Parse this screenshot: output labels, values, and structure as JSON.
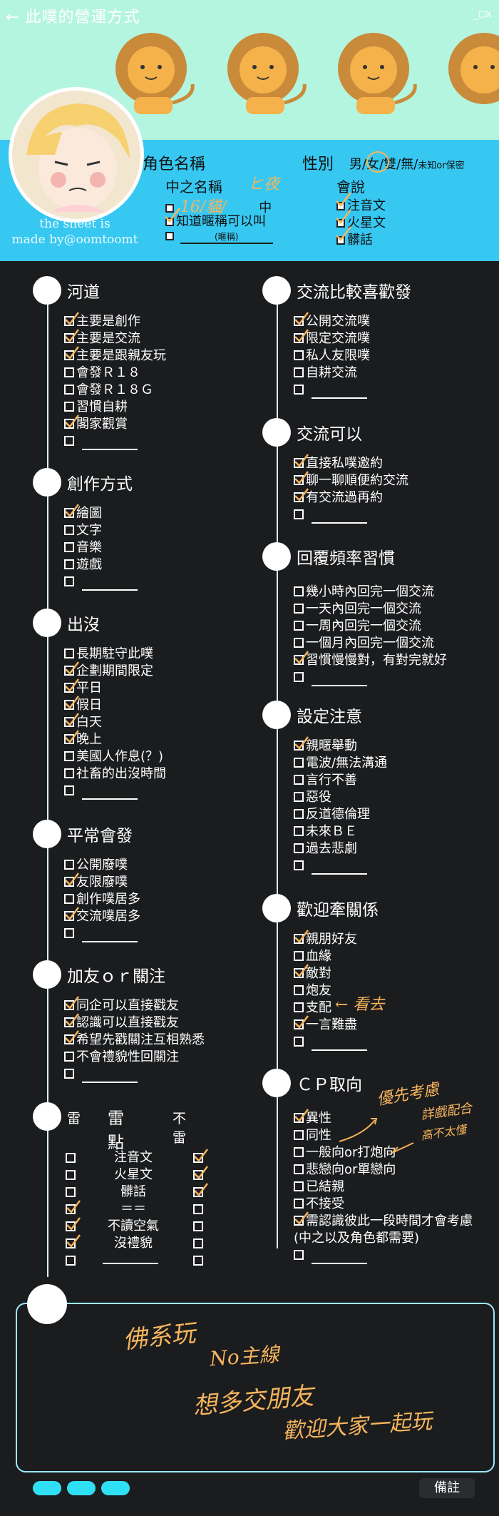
{
  "window": {
    "title": "此噗的營運方式",
    "back_icon": "arrow-left-icon",
    "controls": "_□x"
  },
  "colors": {
    "mint": "#b4f5e0",
    "cyan": "#37c8f2",
    "dark": "#1b1c1e",
    "handwriting": "#f6b55c"
  },
  "credit": {
    "line1": "the sheet is",
    "line2": "made by@oomtoomt"
  },
  "profile": {
    "name_label": "角色名稱",
    "gender_label": "性別",
    "gender_options": "男/女/雙/無/",
    "gender_unknown": "未知or保密",
    "chinese_name_label": "中之名稱",
    "chinese_name_hand": "16/貓/",
    "chinese_name_hand2": "ヒ夜",
    "chinese_name_suffix": "中",
    "nickname_opt": "知道暱稱可以叫",
    "nickname_hint": "(暱稱)",
    "speak_label": "會說",
    "speak_items": [
      "注音文",
      "火星文",
      "髒話"
    ]
  },
  "sections": {
    "hedao": {
      "title": "河道",
      "items": [
        "主要是創作",
        "主要是交流",
        "主要是跟親友玩",
        "會發Ｒ１８",
        "會發Ｒ１８Ｇ",
        "習慣自耕",
        "閣家觀賞"
      ]
    },
    "create": {
      "title": "創作方式",
      "items": [
        "繪圖",
        "文字",
        "音樂",
        "遊戲"
      ]
    },
    "appear": {
      "title": "出沒",
      "items": [
        "長期駐守此噗",
        "企劃期間限定",
        "平日",
        "假日",
        "白天",
        "晚上",
        "美國人作息(？)",
        "社畜的出沒時間"
      ]
    },
    "usual": {
      "title": "平常會發",
      "items": [
        "公開廢噗",
        "友限廢噗",
        "創作噗居多",
        "交流噗居多"
      ]
    },
    "follow": {
      "title": "加友ｏｒ關注",
      "items": [
        "同企可以直接戳友",
        "認識可以直接戳友",
        "希望先戳關注互相熟悉",
        "不會禮貌性回關注"
      ]
    },
    "mine": {
      "title": "雷點",
      "left": "雷",
      "right": "不雷",
      "items": [
        "注音文",
        "火星文",
        "髒話",
        "＝＝",
        "不讀空氣",
        "沒禮貌"
      ]
    },
    "prefer": {
      "title": "交流比較喜歡發",
      "items": [
        "公開交流噗",
        "限定交流噗",
        "私人友限噗",
        "自耕交流"
      ]
    },
    "can": {
      "title": "交流可以",
      "items": [
        "直接私噗邀約",
        "聊一聊順便約交流",
        "有交流過再約"
      ]
    },
    "reply": {
      "title": "回覆頻率習慣",
      "items": [
        "幾小時內回完一個交流",
        "一天內回完一個交流",
        "一周內回完一個交流",
        "一個月內回完一個交流",
        "習慣慢慢對，有對完就好"
      ]
    },
    "setting": {
      "title": "設定注意",
      "items": [
        "親暱舉動",
        "電波/無法溝通",
        "言行不善",
        "惡役",
        "反道德倫理",
        "未來ＢＥ",
        "過去悲劇"
      ]
    },
    "relation": {
      "title": "歡迎牽關係",
      "items": [
        "親朋好友",
        "血緣",
        "敵對",
        "炮友",
        "支配",
        "一言難盡"
      ]
    },
    "cp": {
      "title": "ＣＰ取向",
      "items": [
        "異性",
        "同性",
        "一般向or打炮向",
        "悲戀向or單戀向",
        "已結親",
        "不接受",
        "需認識彼此一段時間才會考慮",
        "(中之以及角色都需要)"
      ]
    }
  },
  "notes": {
    "relation_hand": "← 看去",
    "cp_hand1": "優先考慮",
    "cp_hand2": "詳戲配合",
    "cp_hand3": "高不太懂",
    "memo_line1": "佛系玩",
    "memo_line2": "No主線",
    "memo_line3": "想多交朋友",
    "memo_line4": "歡迎大家一起玩",
    "memo_button": "備註"
  }
}
